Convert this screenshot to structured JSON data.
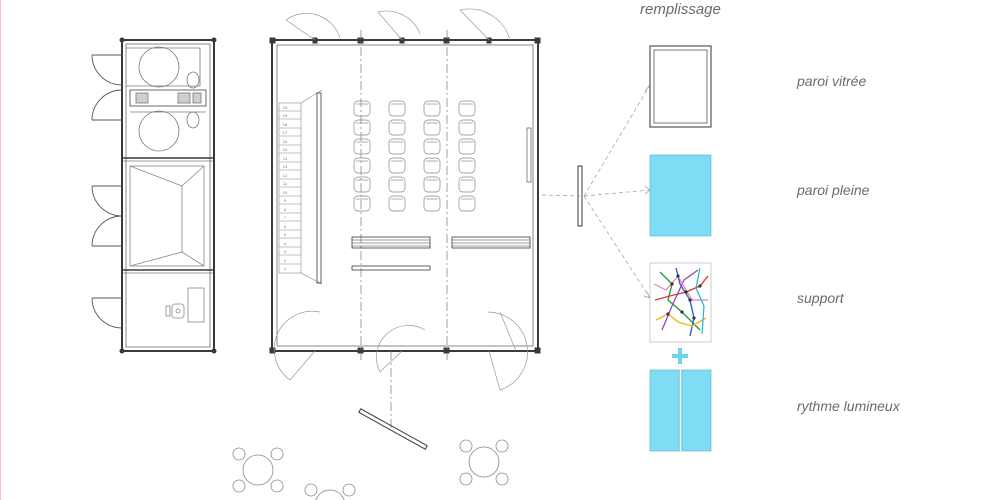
{
  "heading": "remplissage",
  "legend": [
    {
      "id": "glazed",
      "label": "paroi vitrée"
    },
    {
      "id": "solid",
      "label": "paroi pleine"
    },
    {
      "id": "support",
      "label": "support"
    },
    {
      "id": "rhythm",
      "label": "rythme lumineux"
    }
  ],
  "plus_sign": "+",
  "stair_numbers": [
    "20",
    "19",
    "18",
    "17",
    "16",
    "15",
    "14",
    "13",
    "12",
    "11",
    "10",
    "9",
    "8",
    "7",
    "6",
    "5",
    "4",
    "3",
    "2",
    "1"
  ],
  "colors": {
    "fill_blue": "#7fdcf5",
    "accent_plus": "#6fd3f0",
    "line": "#3a3a3a",
    "thin": "#9a9a9a"
  }
}
